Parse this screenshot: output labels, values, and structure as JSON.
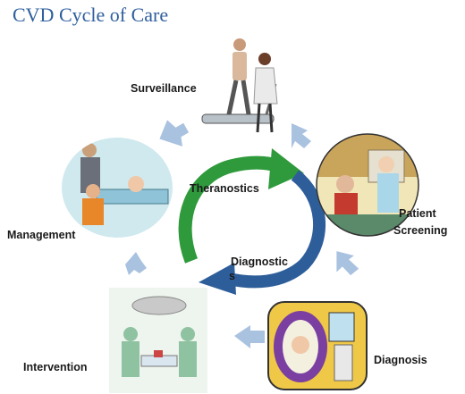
{
  "title": "CVD Cycle of Care",
  "stages": {
    "surveillance": "Surveillance",
    "patient_screening_line1": "Patient",
    "patient_screening_line2": "Screening",
    "diagnosis": "Diagnosis",
    "intervention": "Intervention",
    "management": "Management"
  },
  "center": {
    "theranostics": "Theranostics",
    "diagnostics_line1": "Diagnostic",
    "diagnostics_line2": "s"
  },
  "colors": {
    "title": "#2f5f9e",
    "green_arrow": "#2f9a3c",
    "blue_arrow": "#2e5e9a",
    "cycle_arrows": "#a9c2e0"
  },
  "icons": [
    "treadmill-illustration",
    "screening-illustration",
    "diagnosis-scan-illustration",
    "surgery-illustration",
    "hospital-bed-illustration"
  ]
}
